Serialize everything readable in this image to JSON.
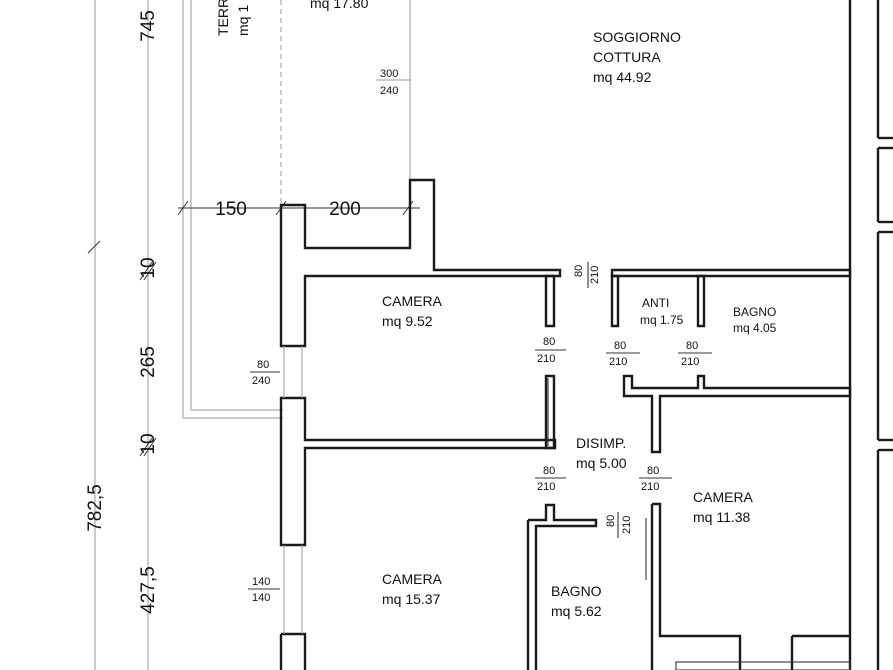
{
  "rooms": {
    "terrazzo": {
      "name": "TERR",
      "area": "mq 1"
    },
    "top": {
      "area": "mq 17.80"
    },
    "soggiorno": {
      "line1": "SOGGIORNO",
      "line2": "COTTURA",
      "area": "mq 44.92"
    },
    "camera1": {
      "name": "CAMERA",
      "area": "mq 9.52"
    },
    "anti": {
      "name": "ANTI",
      "area": "mq 1.75"
    },
    "bagno1": {
      "name": "BAGNO",
      "area": "mq 4.05"
    },
    "disimp": {
      "name": "DISIMP.",
      "area": "mq 5.00"
    },
    "camera2": {
      "name": "CAMERA",
      "area": "mq 11.38"
    },
    "camera3": {
      "name": "CAMERA",
      "area": "mq 15.37"
    },
    "bagno2": {
      "name": "BAGNO",
      "area": "mq 5.62"
    }
  },
  "openings": {
    "window_top": {
      "w": "300",
      "h": "240"
    },
    "door_soggiorno": {
      "w": "80",
      "h": "210"
    },
    "door_camera1": {
      "w": "80",
      "h": "210"
    },
    "door_anti": {
      "w": "80",
      "h": "210"
    },
    "door_bagno1": {
      "w": "80",
      "h": "210"
    },
    "window_left": {
      "w": "80",
      "h": "240"
    },
    "door_camera3": {
      "w": "80",
      "h": "210"
    },
    "door_camera2": {
      "w": "80",
      "h": "210"
    },
    "door_bagno2": {
      "w": "80",
      "h": "210"
    },
    "window_bottom": {
      "w": "140",
      "h": "140"
    }
  },
  "dimensions": {
    "total": "782,5",
    "top": "745",
    "wall1": "10",
    "mid": "265",
    "wall2": "10",
    "bottom": "427,5",
    "h150": "150",
    "h200": "200"
  }
}
